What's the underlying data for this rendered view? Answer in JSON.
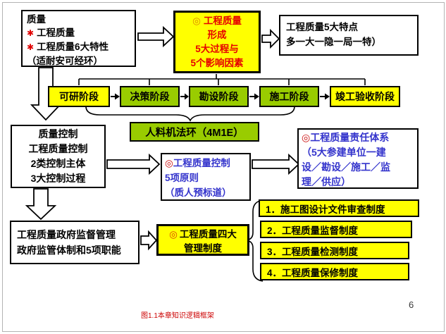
{
  "slide": {
    "caption": "图1.1本章知识逻辑框架",
    "page_number": "6"
  },
  "colors": {
    "highlight_yellow": "#ffff00",
    "stage_green": "#99cc00",
    "red_text": "#e60000",
    "blue_text": "#3333cc",
    "caption_red": "#cc0000"
  },
  "quality_box": {
    "star": "✱",
    "line1": "质量",
    "line2": "工程质量",
    "line3": "工程质量6大特性",
    "line4": "（适耐安可经环）"
  },
  "formation_box": {
    "bullet": "◎",
    "line1": "工程质量",
    "line2": "形成",
    "line3": "5大过程与",
    "line4": "5个影响因素"
  },
  "features_box": {
    "line1": "工程质量5大特点",
    "line2": "多一大一隐一局一特）"
  },
  "stages": {
    "items": [
      {
        "label": "可研阶段"
      },
      {
        "label": "决策阶段"
      },
      {
        "label": "勘设阶段"
      },
      {
        "label": "施工阶段"
      },
      {
        "label": "竣工验收阶段"
      }
    ]
  },
  "factors_box": {
    "label": "人料机法环（4M1E）"
  },
  "control_box": {
    "line1": "质量控制",
    "line2": "工程质量控制",
    "line3": "2类控制主体",
    "line4": "3大控制过程"
  },
  "principles_box": {
    "bullet": "◎",
    "line1": "工程质量控制",
    "line2": "5项原则",
    "line3": "（质人预标道）"
  },
  "responsibility_box": {
    "bullet": "◎",
    "line1": "工程质量责任体系",
    "line2": "（5大参建单位一建",
    "line3": "设／勘设／施工／监",
    "line4": "理／供应）"
  },
  "supervision_box": {
    "line1": "工程质量政府监督管理",
    "line2": "政府监管体制和5项职能"
  },
  "systems_box": {
    "bullet": "◎",
    "line1": "工程质量四大",
    "line2": "管理制度"
  },
  "system_items": {
    "items": [
      {
        "label": "1．施工图设计文件审查制度"
      },
      {
        "label": "2．工程质量监督制度"
      },
      {
        "label": "3．工程质量检测制度"
      },
      {
        "label": "4．工程质量保修制度"
      }
    ]
  }
}
